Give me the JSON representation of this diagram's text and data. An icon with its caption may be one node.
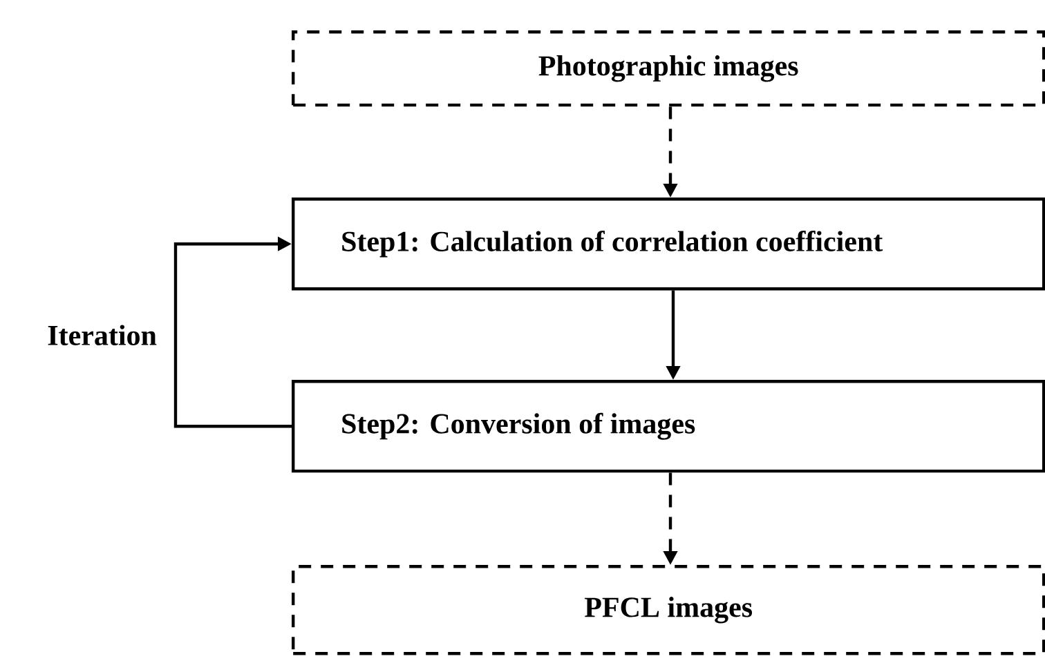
{
  "diagram": {
    "nodes": [
      {
        "text": [
          "Photographic images"
        ]
      },
      {
        "text": [
          "Step1: Calculation of correlation coefficient"
        ]
      },
      {
        "text": [
          "Step2: Conversion of images"
        ]
      },
      {
        "text": [
          "PFCL images"
        ]
      }
    ],
    "edges": [
      {
        "from": 0,
        "to": 1,
        "arrow": "to",
        "style": "dashed"
      },
      {
        "from": 1,
        "to": 2,
        "arrow": "to"
      },
      {
        "from": 2,
        "to": 1,
        "arrow": "to",
        "label": "Iteration"
      },
      {
        "from": 2,
        "to": 3,
        "arrow": "to",
        "style": "dashed"
      }
    ]
  }
}
